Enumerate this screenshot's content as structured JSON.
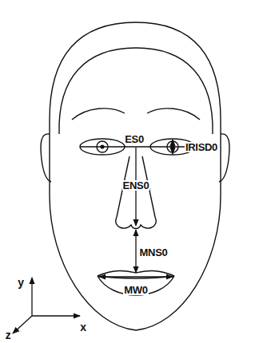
{
  "diagram": {
    "labels": [
      "ES0",
      "IRISD0",
      "ENS0",
      "MNS0",
      "MW0",
      "y",
      "x",
      "z"
    ]
  }
}
